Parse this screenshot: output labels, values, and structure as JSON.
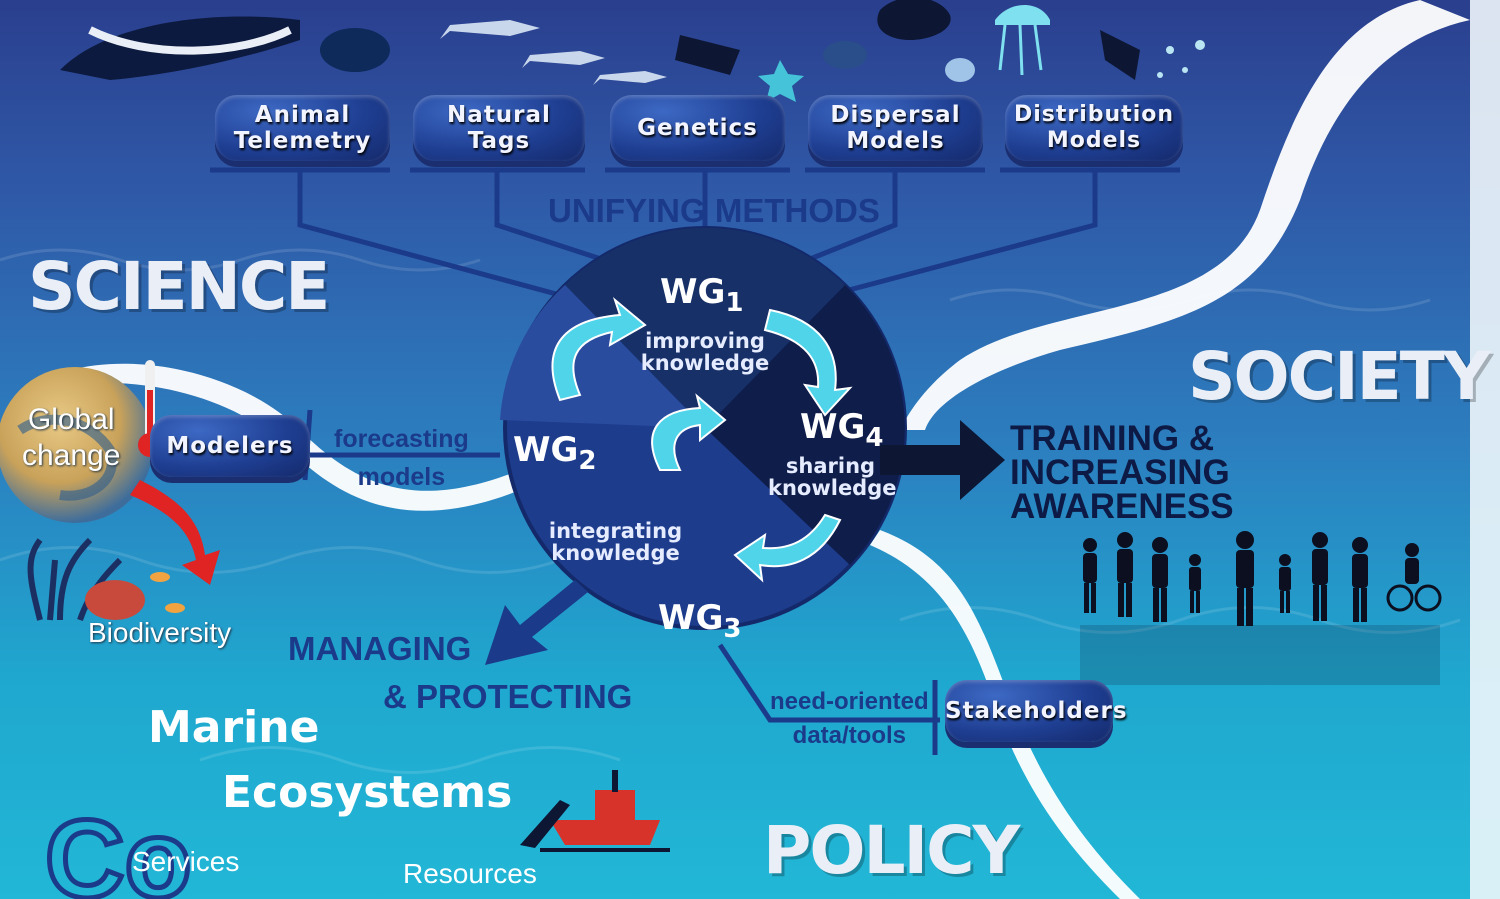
{
  "methods": {
    "animal_telemetry": [
      "Animal",
      "Telemetry"
    ],
    "natural_tags": [
      "Natural",
      "Tags"
    ],
    "genetics": "Genetics",
    "dispersal_models": [
      "Dispersal",
      "Models"
    ],
    "distribution_models": [
      "Distribution",
      "Models"
    ],
    "heading": "UNIFYING METHODS"
  },
  "domains": {
    "science": "SCIENCE",
    "society": "SOCIETY",
    "policy": "POLICY"
  },
  "working_groups": {
    "wg1": {
      "label": "WG",
      "num": "1",
      "desc": [
        "improving",
        "knowledge"
      ]
    },
    "wg2": {
      "label": "WG",
      "num": "2"
    },
    "wg3": {
      "label": "WG",
      "num": "3",
      "desc": [
        "integrating",
        "knowledge"
      ]
    },
    "wg4": {
      "label": "WG",
      "num": "4",
      "desc": [
        "sharing",
        "knowledge"
      ]
    }
  },
  "actors": {
    "modelers": "Modelers",
    "stakeholders": "Stakeholders",
    "forecasting": [
      "forecasting",
      "models"
    ],
    "need_oriented": [
      "need-oriented",
      "data/tools"
    ]
  },
  "outcomes": {
    "training": [
      "TRAINING &",
      "INCREASING",
      "AWARENESS"
    ],
    "managing": [
      "MANAGING",
      "& PROTECTING"
    ]
  },
  "left": {
    "global_change": [
      "Global",
      "change"
    ],
    "biodiversity": "Biodiversity",
    "marine": "Marine",
    "ecosystems": "Ecosystems",
    "co_fragment": "Co",
    "services": "Services",
    "resources": "Resources"
  },
  "colors": {
    "navy": "#1b3a8a",
    "circle_dark": "#0f1d4a",
    "circle_mid": "#1d3c8c",
    "arrow_cyan": "#4fd4ea",
    "globe_red": "#e02323"
  }
}
